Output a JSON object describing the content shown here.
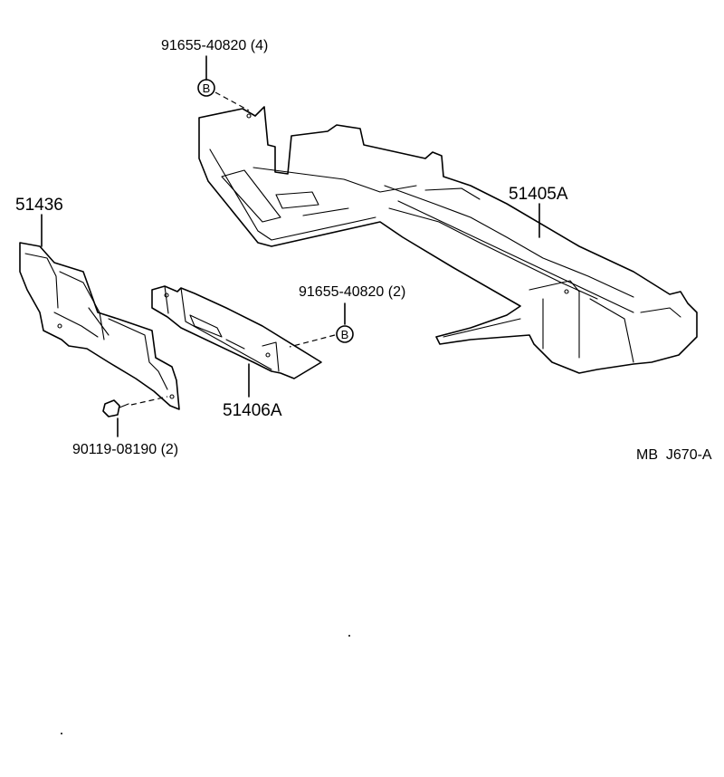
{
  "diagram": {
    "callouts": {
      "bolt_top": "91655-40820 (4)",
      "bolt_mid": "91655-40820 (2)",
      "screw_bottom": "90119-08190 (2)",
      "part_51436": "51436",
      "part_51405A": "51405A",
      "part_51406A": "51406A"
    },
    "markers": {
      "b_top": "B",
      "b_mid": "B"
    },
    "reference_code": "MB  J670-A"
  }
}
